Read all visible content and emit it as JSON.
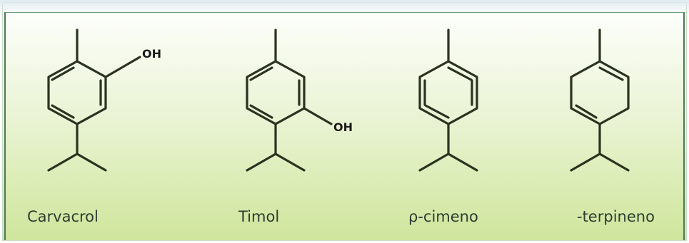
{
  "molecules": [
    {
      "name": "Carvacrol",
      "substituent": "OH"
    },
    {
      "name": "Timol",
      "substituent": "OH"
    },
    {
      "name": "ρ-cimeno"
    },
    {
      "name": "-terpineno"
    }
  ],
  "colors": {
    "bond": "#2a3320",
    "label": "#2c3d30",
    "gradient_bottom": "#cfe59d",
    "border": "#4a7a5a"
  }
}
